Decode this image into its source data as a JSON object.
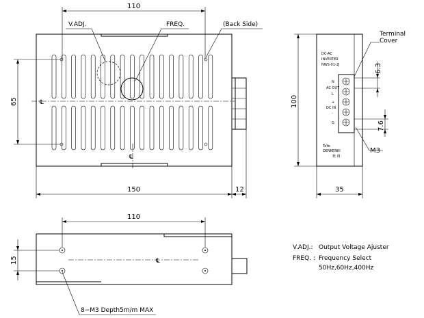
{
  "top_view": {
    "dim_width_inner": "110",
    "dim_height": "65",
    "dim_length": "150",
    "dim_terminal": "12",
    "label_vadj": "V.ADJ.",
    "label_freq": "FREQ.",
    "label_back_side": "(Back Side)"
  },
  "side_view": {
    "dim_height": "100",
    "dim_depth": "35",
    "dim_pitch_top": "6.3",
    "dim_pitch_bottom": "7.6",
    "label_terminal_cover": "Terminal\nCover",
    "label_screw": "M3",
    "plate_line1": "DC-AC",
    "plate_line2": "INVERTER",
    "plate_line3": "NWS-01-2J",
    "brand_line1": "ToYo",
    "brand_line2": "DENKENKI",
    "brand_line3": "年 月",
    "terminal_labels": [
      "N",
      "AC OUT",
      "L",
      "+",
      "DC IN",
      "-",
      "G"
    ]
  },
  "bottom_view": {
    "dim_width_inner": "110",
    "dim_height": "15",
    "label_mounting": "8−M3 Depth5m/m MAX"
  },
  "legend": {
    "vadj_key": "V.ADJ.:",
    "vadj_desc": "Output Voltage Ajuster",
    "freq_key": "FREQ. :",
    "freq_desc": "Frequency Select",
    "freq_values": "50Hz,60Hz,400Hz"
  }
}
